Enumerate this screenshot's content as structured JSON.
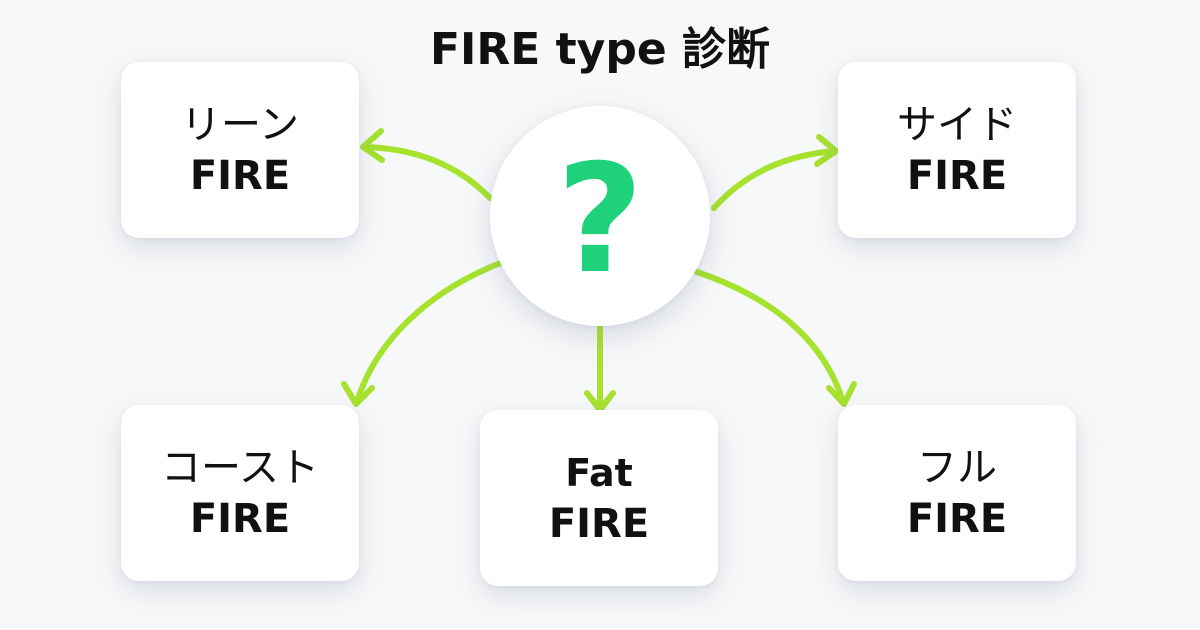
{
  "title": "FIRE type 診断",
  "center": {
    "symbol": "?",
    "color": "#1fd17a"
  },
  "arrow_color": "#a6e22e",
  "cards": {
    "lean": {
      "line1": "リーン",
      "line2": "FIRE"
    },
    "side": {
      "line1": "サイド",
      "line2": "FIRE"
    },
    "coast": {
      "line1": "コースト",
      "line2": "FIRE"
    },
    "fat": {
      "line1": "Fat",
      "line2": "FIRE"
    },
    "full": {
      "line1": "フル",
      "line2": "FIRE"
    }
  }
}
